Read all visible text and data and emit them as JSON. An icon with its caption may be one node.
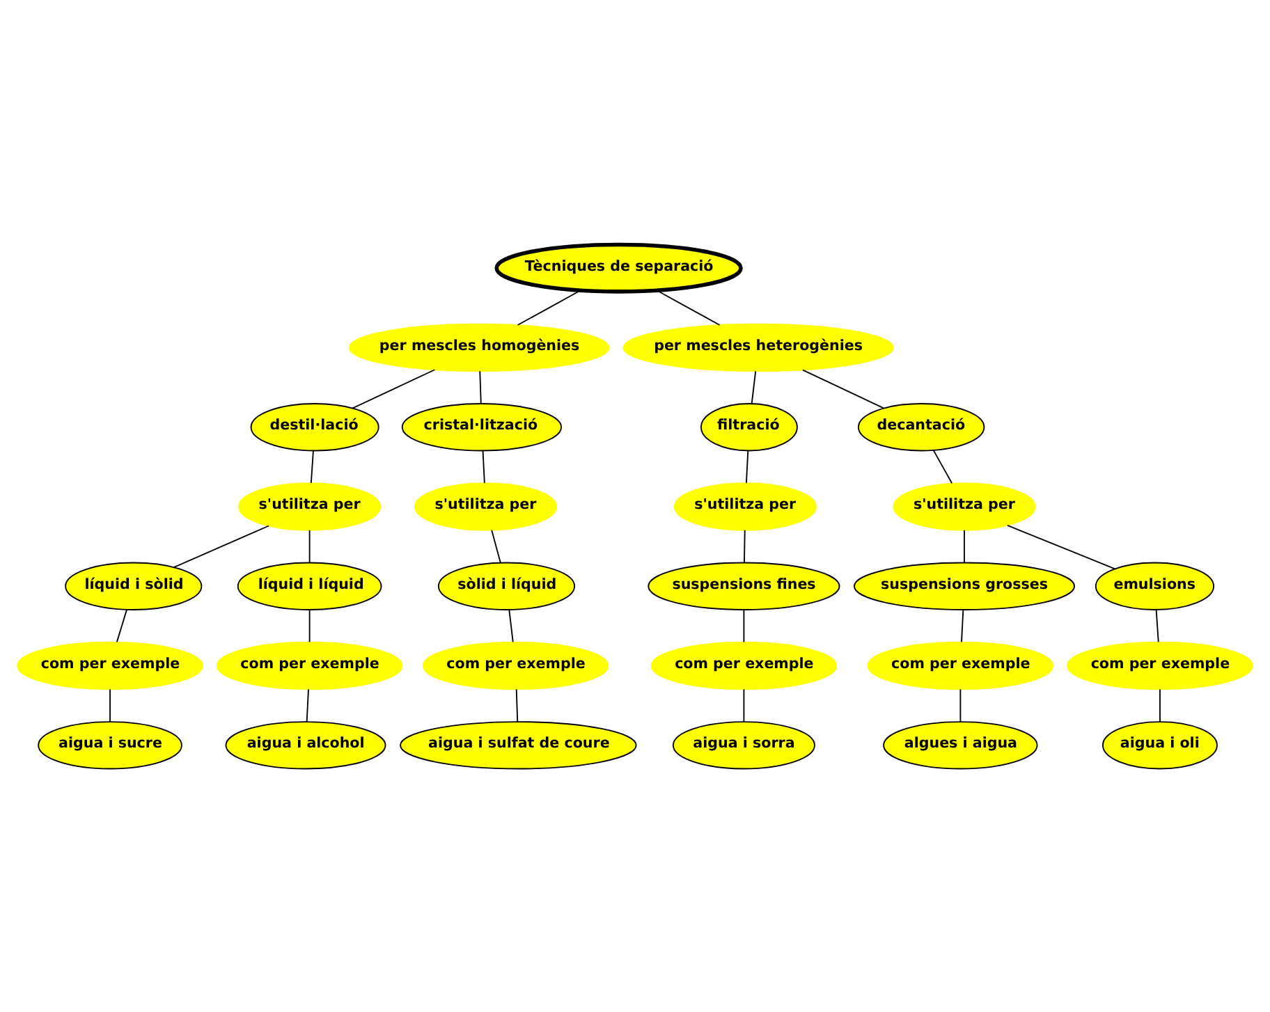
{
  "diagram": {
    "nodes": [
      {
        "text": [
          "Tècniques de separació"
        ]
      },
      {
        "text": [
          "per mescles homogènies"
        ]
      },
      {
        "text": [
          "per mescles heterogènies"
        ]
      },
      {
        "text": [
          "destil·lació"
        ]
      },
      {
        "text": [
          "cristal·lització"
        ]
      },
      {
        "text": [
          "filtració"
        ]
      },
      {
        "text": [
          "decantació"
        ]
      },
      {
        "text": [
          "s'utilitza per"
        ]
      },
      {
        "text": [
          "s'utilitza per"
        ]
      },
      {
        "text": [
          "s'utilitza per"
        ]
      },
      {
        "text": [
          "s'utilitza per"
        ]
      },
      {
        "text": [
          "líquid i sòlid"
        ]
      },
      {
        "text": [
          "líquid i líquid"
        ]
      },
      {
        "text": [
          "sòlid i líquid"
        ]
      },
      {
        "text": [
          "suspensions fines"
        ]
      },
      {
        "text": [
          "suspensions grosses"
        ]
      },
      {
        "text": [
          "emulsions"
        ]
      },
      {
        "text": [
          "com per exemple"
        ]
      },
      {
        "text": [
          "com per exemple"
        ]
      },
      {
        "text": [
          "com per exemple"
        ]
      },
      {
        "text": [
          "com per exemple"
        ]
      },
      {
        "text": [
          "com per exemple"
        ]
      },
      {
        "text": [
          "com per exemple"
        ]
      },
      {
        "text": [
          "aigua i sucre"
        ]
      },
      {
        "text": [
          "aigua i alcohol"
        ]
      },
      {
        "text": [
          "aigua i sulfat de coure"
        ]
      },
      {
        "text": [
          "aigua i sorra"
        ]
      },
      {
        "text": [
          "algues i aigua"
        ]
      },
      {
        "text": [
          "aigua i oli"
        ]
      }
    ],
    "edges": [
      {
        "from": 0,
        "to": 1,
        "arrow": "none"
      },
      {
        "from": 0,
        "to": 2,
        "arrow": "none"
      },
      {
        "from": 1,
        "to": 3,
        "arrow": "none"
      },
      {
        "from": 1,
        "to": 4,
        "arrow": "none"
      },
      {
        "from": 2,
        "to": 5,
        "arrow": "none"
      },
      {
        "from": 2,
        "to": 6,
        "arrow": "none"
      },
      {
        "from": 3,
        "to": 7,
        "arrow": "none"
      },
      {
        "from": 4,
        "to": 8,
        "arrow": "none"
      },
      {
        "from": 5,
        "to": 9,
        "arrow": "none"
      },
      {
        "from": 6,
        "to": 10,
        "arrow": "none"
      },
      {
        "from": 7,
        "to": 11,
        "arrow": "none"
      },
      {
        "from": 7,
        "to": 12,
        "arrow": "none"
      },
      {
        "from": 8,
        "to": 13,
        "arrow": "none"
      },
      {
        "from": 9,
        "to": 14,
        "arrow": "none"
      },
      {
        "from": 10,
        "to": 15,
        "arrow": "none"
      },
      {
        "from": 10,
        "to": 16,
        "arrow": "none"
      },
      {
        "from": 11,
        "to": 17,
        "arrow": "none"
      },
      {
        "from": 12,
        "to": 18,
        "arrow": "none"
      },
      {
        "from": 13,
        "to": 19,
        "arrow": "none"
      },
      {
        "from": 14,
        "to": 20,
        "arrow": "none"
      },
      {
        "from": 15,
        "to": 21,
        "arrow": "none"
      },
      {
        "from": 16,
        "to": 22,
        "arrow": "none"
      },
      {
        "from": 17,
        "to": 23,
        "arrow": "none"
      },
      {
        "from": 18,
        "to": 24,
        "arrow": "none"
      },
      {
        "from": 19,
        "to": 25,
        "arrow": "none"
      },
      {
        "from": 20,
        "to": 26,
        "arrow": "none"
      },
      {
        "from": 21,
        "to": 27,
        "arrow": "none"
      },
      {
        "from": 22,
        "to": 28,
        "arrow": "none"
      }
    ]
  }
}
